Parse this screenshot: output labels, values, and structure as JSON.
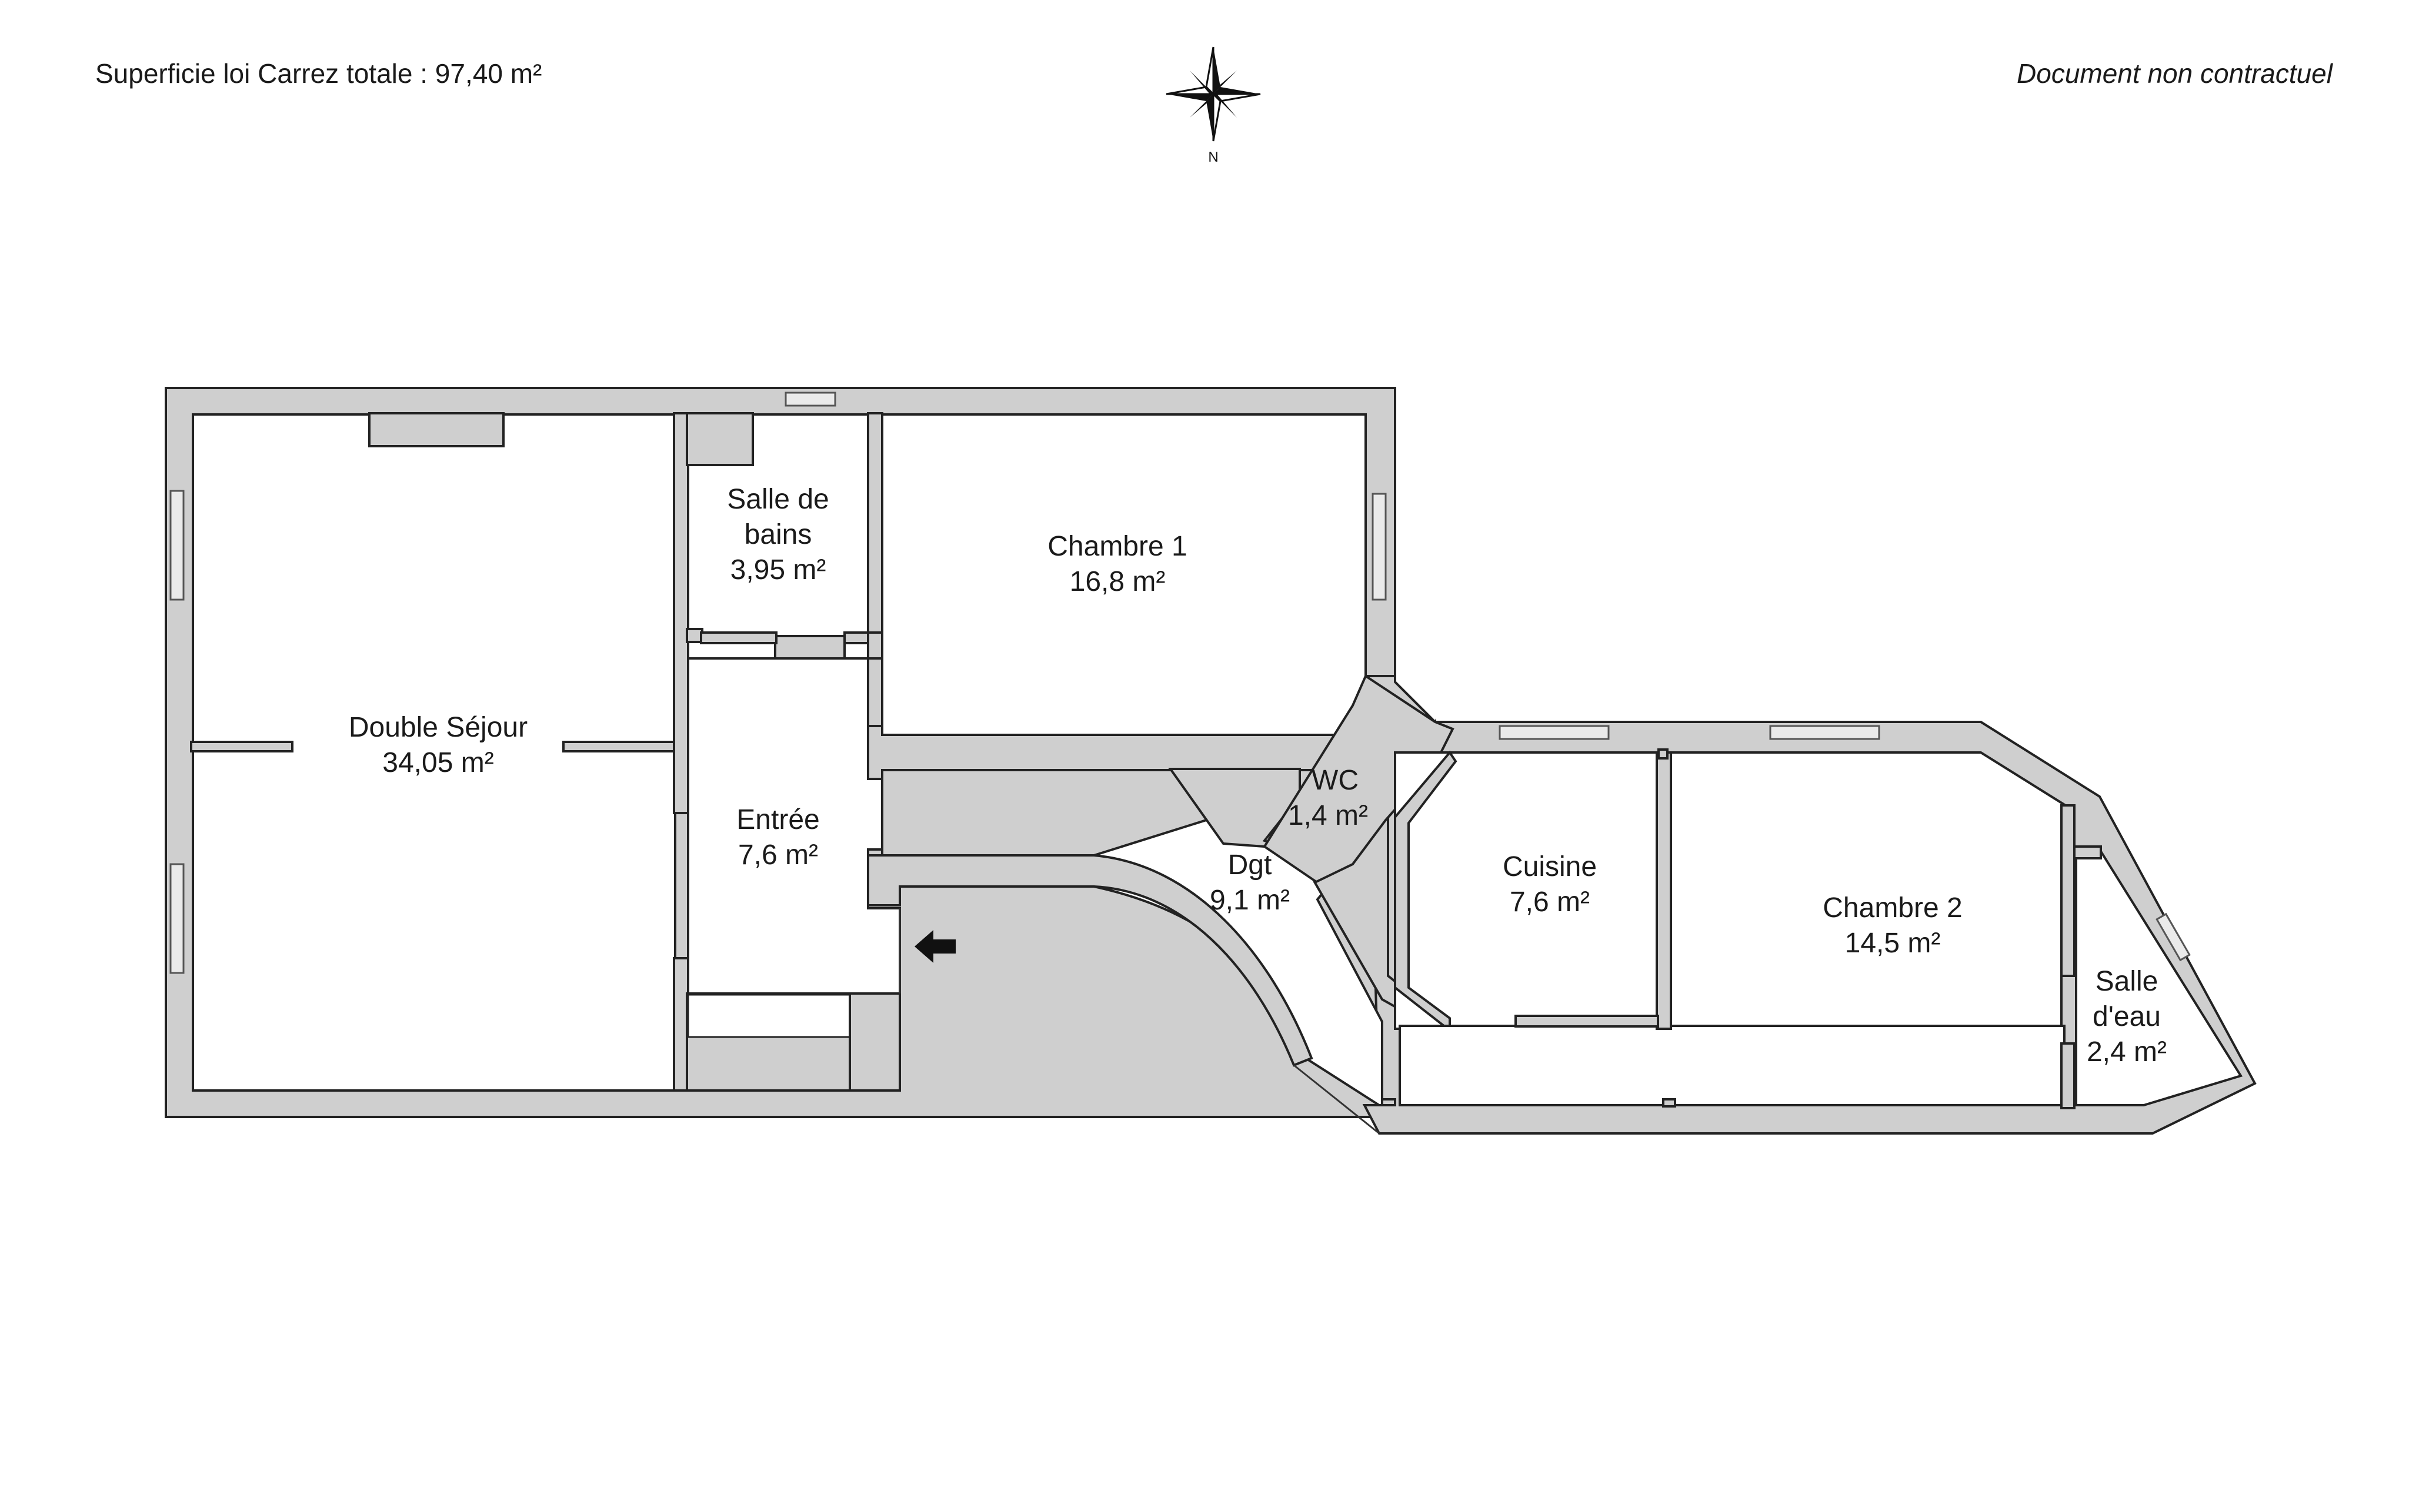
{
  "header": {
    "total_area": "Superficie loi Carrez totale :  97,40 m²",
    "disclaimer": "Document non contractuel"
  },
  "compass": {
    "north_label": "N"
  },
  "rooms": {
    "double_sejour": {
      "name": "Double Séjour",
      "area": "34,05 m²"
    },
    "salle_de_bains": {
      "name_line1": "Salle de",
      "name_line2": "bains",
      "area": "3,95 m²"
    },
    "chambre_1": {
      "name": "Chambre 1",
      "area": "16,8 m²"
    },
    "entree": {
      "name": "Entrée",
      "area": "7,6 m²"
    },
    "wc": {
      "name": "WC",
      "area": "1,4 m²"
    },
    "dgt": {
      "name": "Dgt",
      "area": "9,1 m²"
    },
    "cuisine": {
      "name": "Cuisine",
      "area": "7,6 m²"
    },
    "chambre_2": {
      "name": "Chambre 2",
      "area": "14,5 m²"
    },
    "salle_d_eau": {
      "name_line1": "Salle",
      "name_line2": "d'eau",
      "area": "2,4 m²"
    }
  },
  "colors": {
    "wall": "#cfcfcf",
    "outline": "#222222",
    "floor": "#ffffff"
  },
  "icons": {
    "entrance": "arrow-left-icon",
    "compass": "compass-rose-icon"
  }
}
